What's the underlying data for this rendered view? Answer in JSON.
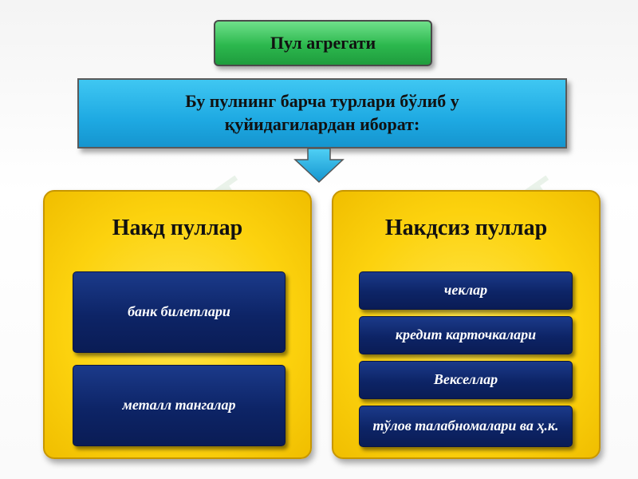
{
  "title": "Пул агрегати",
  "description_line1": "Бу пулнинг барча турлари бўлиб у",
  "description_line2": "қуйидагилардан иборат:",
  "left_panel": {
    "title": "Накд пуллар",
    "items": [
      "банк билетлари",
      "металл тангалар"
    ]
  },
  "right_panel": {
    "title": "Накдсиз пуллар",
    "items": [
      "чеклар",
      "кредит карточкалари",
      "Векселлар",
      "тўлов талабномалари ва ҳ.к."
    ]
  },
  "watermark": "SOFT",
  "colors": {
    "title_box": "#2cb84e",
    "description_box": "#1ea9e2",
    "panels": "#fcd20e",
    "item_boxes": "#0d2466",
    "arrow": "#1ea9e2"
  }
}
